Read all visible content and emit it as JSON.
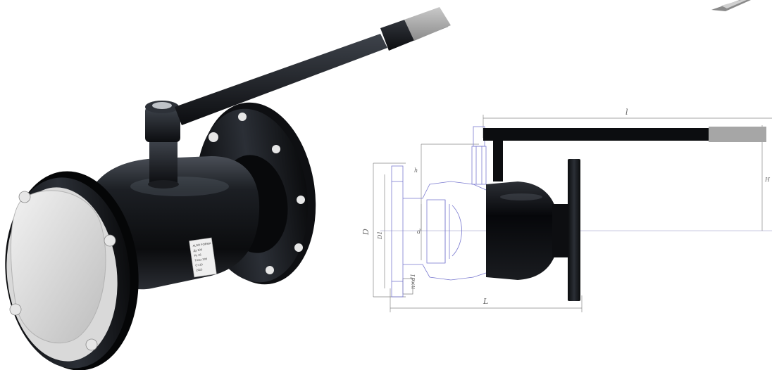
{
  "render_view": {
    "product_label_lines": [
      "ALSO FORMA",
      "Ду 100",
      "Ру 16",
      "Tmax 200",
      "Ст 20",
      "2023"
    ]
  },
  "drawing": {
    "dim_L_top": "l",
    "dim_L_bottom": "L",
    "dim_H_right": "H",
    "dim_h": "h",
    "dim_D": "D",
    "dim_D1": "D1",
    "dim_d": "d",
    "dim_n_holes": "n×d1"
  }
}
